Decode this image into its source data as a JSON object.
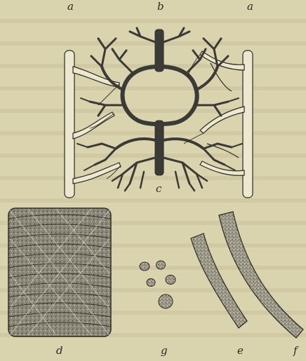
{
  "labels": {
    "a_left": "a",
    "b": "b",
    "a_right": "a",
    "c": "c",
    "d": "d",
    "g": "g",
    "e": "e",
    "f": "f"
  },
  "colors": {
    "paper": "#d9d3ae",
    "ink": "#2c2a20",
    "vessel_dark": "#3a3a36",
    "vessel_light": "#ece8cf"
  }
}
